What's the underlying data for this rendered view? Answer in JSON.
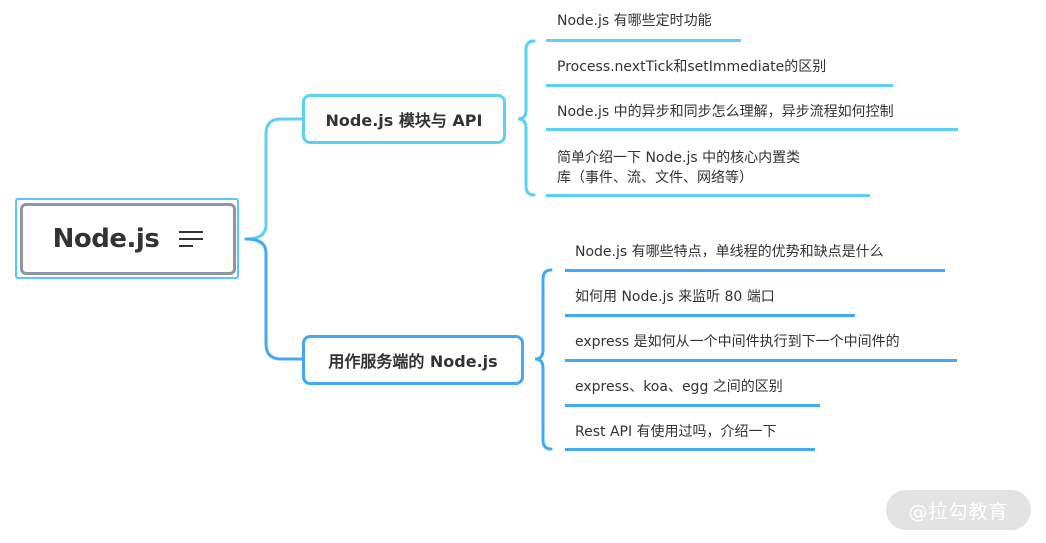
{
  "root": {
    "title": "Node.js",
    "icon": "notes-icon"
  },
  "branches": [
    {
      "label": "Node.js 模块与 API",
      "color": "#5cd0f7",
      "leaves": [
        {
          "text": "Node.js 有哪些定时功能"
        },
        {
          "text": "Process.nextTick和setImmediate的区别"
        },
        {
          "text": "Node.js 中的异步和同步怎么理解，异步流程如何控制"
        },
        {
          "line1": "简单介绍一下 Node.js 中的核心内置类",
          "line2": "库（事件、流、文件、网络等）"
        }
      ]
    },
    {
      "label": "用作服务端的 Node.js",
      "color": "#42aaf2",
      "leaves": [
        {
          "text": "Node.js 有哪些特点，单线程的优势和缺点是什么"
        },
        {
          "text": "如何用 Node.js 来监听 80 端口"
        },
        {
          "text": "express 是如何从一个中间件执行到下一个中间件的"
        },
        {
          "text": "express、koa、egg 之间的区别"
        },
        {
          "text": "Rest API 有使用过吗，介绍一下"
        }
      ]
    }
  ],
  "watermark": "@拉勾教育"
}
